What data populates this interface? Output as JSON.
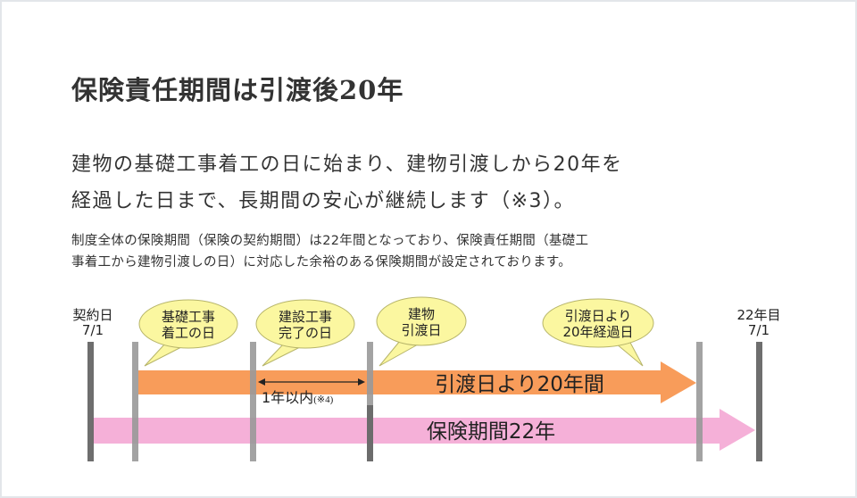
{
  "title": "保険責任期間は引渡後20年",
  "lead": [
    "建物の基礎工事着工の日に始まり、建物引渡しから20年を",
    "経過した日まで、長期間の安心が継続します（※3）。"
  ],
  "note": [
    "制度全体の保険期間（保険の契約期間）は22年間となっており、保険責任期間（基礎工",
    "事着工から建物引渡しの日）に対応した余裕のある保険期間が設定されております。"
  ],
  "diagram": {
    "start_label": [
      "契約日",
      "7/1"
    ],
    "end_label": [
      "22年目",
      "7/1"
    ],
    "bubbles": [
      [
        "基礎工事",
        "着工の日"
      ],
      [
        "建設工事",
        "完了の日"
      ],
      [
        "建物",
        "引渡日"
      ],
      [
        "引渡日より",
        "20年経過日"
      ]
    ],
    "orange_bar_label": "引渡日より20年間",
    "pink_bar_label": "保険期間22年",
    "interval_label": "1年以内",
    "interval_note": "(※4)",
    "colors": {
      "orange": "#f89c5a",
      "pink": "#f5b0d8",
      "bubble": "#fbf7a0",
      "bubble_stroke": "#b7b56a",
      "dark_bar": "#666666",
      "light_bar": "#9a9a9a"
    }
  }
}
